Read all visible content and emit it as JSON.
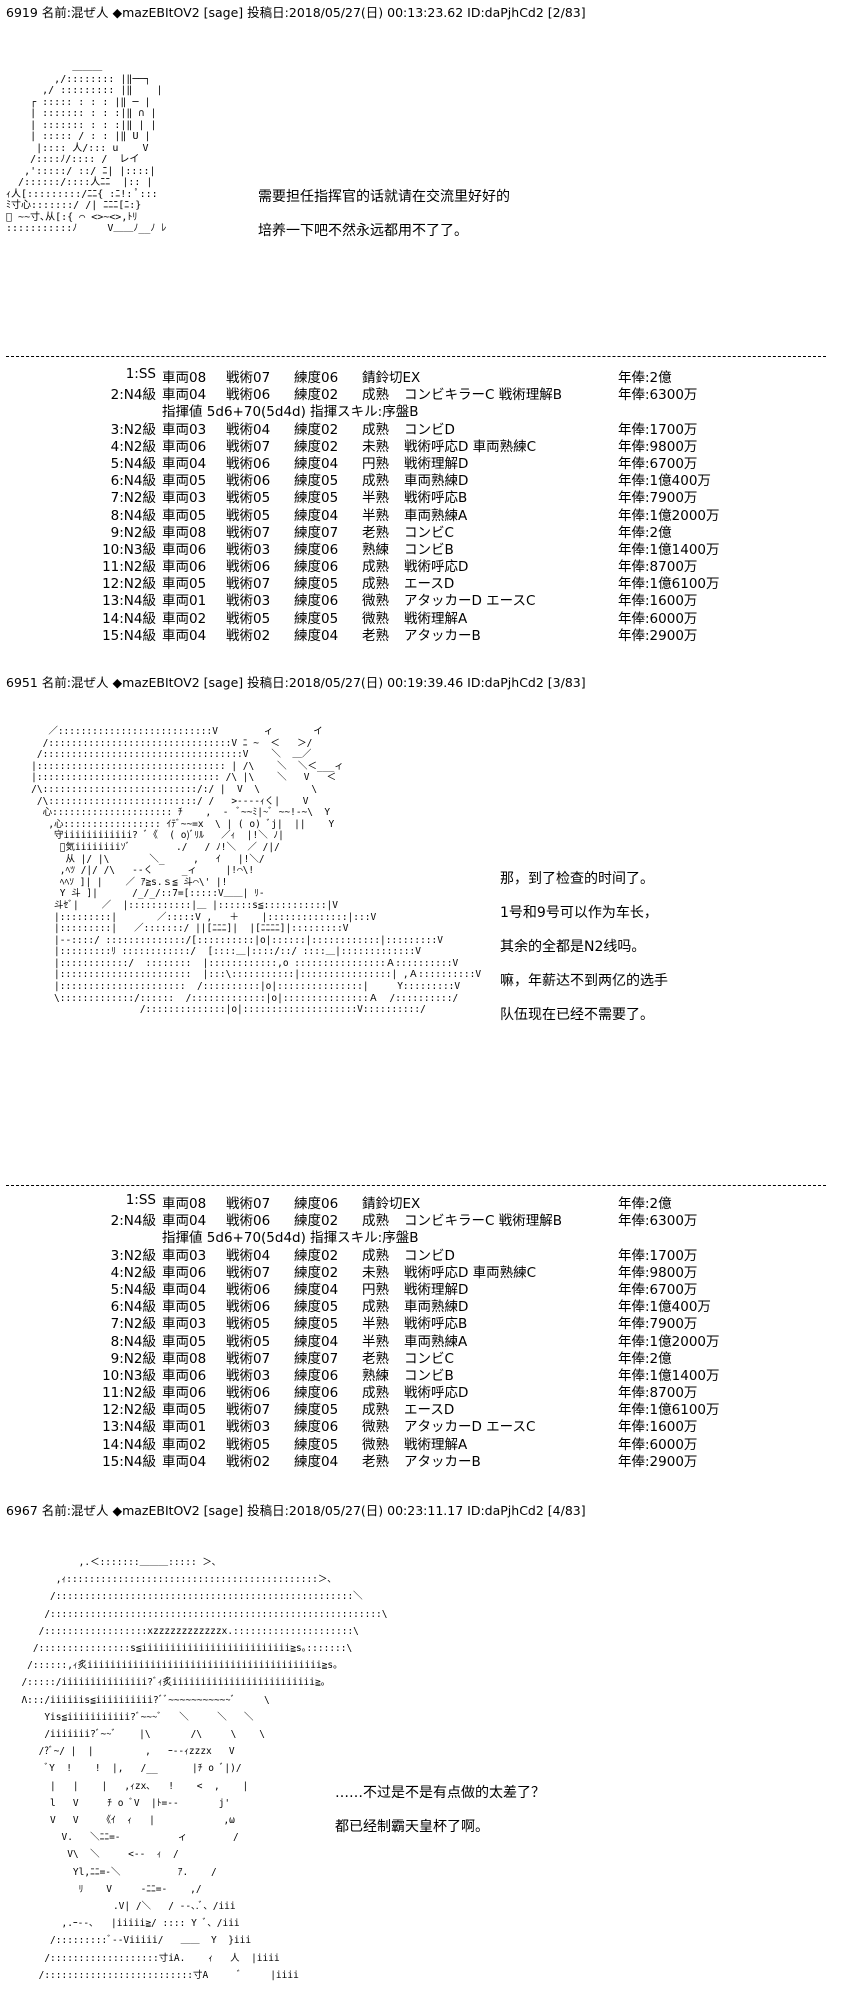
{
  "posts": [
    {
      "header": "6919 名前:混ぜ人 ◆mazEBItOV2 [sage] 投稿日:2018/05/27(日) 00:13:23.62 ID:daPjhCd2 [2/83]",
      "art": [
        "            ＿＿＿",
        "         ,/:::::::: |‖──┐",
        "       ,/ ::::::::: |‖    |",
        "     ┌ ::::: : : : |‖ ─ |",
        "     | ::::::: : : :|‖ ∩ |",
        "     | ::::::: : : :|‖ | |",
        "     | ::::: / : : |‖ U |",
        "      |:::: 人/::: u    V",
        "     /::::ﾉ/:::: /  レイ",
        "    ,':::::/ ::/ ﾆ| |::::|",
        "   /::::::/::::人ﾆﾆ  |:: |",
        " ｨ人[:::::::::/ﾆﾆ{ :ﾆ!: ﾟ:::",
        " ﾐ寸心:::::::/ /| ﾆﾆﾆ[ﾆ:}",
        " ﾞ ~~寸､从[:{ ⌒ <>~<>,ﾄﾘ",
        " :::::::::::ﾉ     V＿＿ﾉ__ﾉ ﾚ"
      ],
      "dialogue": [
        "需要担任指挥官的话就请在交流里好好的",
        "培养一下吧不然永远都用不了了。"
      ]
    },
    {
      "header": "6951 名前:混ぜ人 ◆mazEBItOV2 [sage] 投稿日:2018/05/27(日) 00:19:39.46 ID:daPjhCd2 [3/83]",
      "art": [
        "      ／:::::::::::::::::::::::::::V        ィ       イ",
        "     /::::::::::::::::::::::::::::::::V ﾆ ~  ＜   ＞/",
        "    /:::::::::::::::::::::::::::::::::::V    ＼  ＿／",
        "   |::::::::::::::::::::::::::::::::: | /\\    ＼  ＼＜___ィ",
        "   |:::::::::::::::::::::::::::::::: /\\ |\\    ＼   V   ＜",
        "   /\\:::::::::::::::::::::::::::/:/ |  V  \\         \\",
        "    /\\::::::::::::::::::::::::::/ /   >----ｨく|    V",
        "     心::::::::::::::::::::: ﾁ    ,  -  ﾞ~~ﾐ|~ﾞ ~~!-~\\  Y",
        "      ,心::::::::::::::::: ｲﾃﾞ~~=x  \\ | ( o) ﾞj|  ||    Y",
        "       守iiiiiiiiiiii? ﾞ《  ( o)ﾞﾘﾙ   ／ｨ  |!＼ ﾉ|",
        "        ﾞ気iiiiiiiiｿﾞ        ./   / ﾉ!＼  ／ /|/",
        "         从 |/ |\\       ＼_     ,   ｲ   |!＼/",
        "        ,ﾍﾂ /|/ /\\   --く     _ィ     |!⌒\\!",
        "        ﾍﾍｿ ]| |    ／ ｱ≧s.ｓ≦ 斗⌒\\' |!",
        "        Y 斗 ]|      /_/_/::7=[:::::V＿＿| ﾘ-",
        "       斗ｾﾞ|    ／  |:::::::::::|＿ |::::::s≦:::::::::::|V",
        "       |:::::::::|       ／:::::V ,   ＋    |::::::::::::::|:::V",
        "       |:::::::::|   ／:::::::/ ||[ﾆﾆﾆ]|  |[ﾆﾆﾆﾆ]|:::::::::V",
        "       |--::::/ ::::::::::::::/[::::::::::|o|::::::|::::::::::::|:::::::::V",
        "       |:::::::::ﾘ ::::::::::::/  [::::＿|::::/::/ ::::＿|:::::::::::::V",
        "       |::::::::::::/  ::::::::  |::::::::::::,o ::::::::::::::::Ａ::::::::::V",
        "       |:::::::::::::::::::::::  |:::\\:::::::::::|::::::::::::::::| ,Ａ::::::::::V",
        "       |::::::::::::::::::::::  /::::::::::|o|:::::::::::::::|     Y:::::::::V",
        "       \\:::::::::::::/::::::  /:::::::::::::|o|:::::::::::::::Ａ  /::::::::::/",
        "                      /::::::::::::::|o|::::::::::::::::::::V::::::::::/"
      ],
      "dialogue": [
        "那，到了检查的时间了。",
        "1号和9号可以作为车长，",
        "其余的全都是N2线吗。",
        "嘛，年薪达不到两亿的选手",
        "队伍现在已经不需要了。"
      ]
    },
    {
      "header": "6967 名前:混ぜ人 ◆mazEBItOV2 [sage] 投稿日:2018/05/27(日) 00:23:11.17 ID:daPjhCd2 [4/83]",
      "art": [
        "            ,.＜:::::::＿＿＿::::: ＞､",
        "        ,ｨ::::::::::::::::::::::::::::::::::::::::::::＞､",
        "       /::::::::::::::::::::::::::::::::::::::::::::::::::::＼",
        "      /::::::::::::::::::::::::::::::::::::::::::::::::::::::::::\\",
        "     /::::::::::::::::::xzzzzzzzzzzzzx.:::::::::::::::::::::\\",
        "    /::::::::::::::::s≦iiiiiiiiiiiiiiiiiiiiiiiiii≧s｡:::::::\\",
        "   /::::::,ｨ炙iiiiiiiiiiiiiiiiiiiiiiiiiiiiiiiiiiiiiiiii≧s｡",
        "  /:::::/iiiiiiiiiiiiiii?ﾞｨ炙iiiiiiiiiiiiiiiiiiiiiiiii≧｡",
        "  Λ:::/iiiiiis≦iiiiiiiiii?ﾞﾞ~~~~~~~~~~~ﾞ     \\",
        "      Yis≦iiiiiiiiiii?ﾞ~~~ﾞ   ＼     ＼   ＼",
        "      /iiiiiii?ﾞ~~ﾞ    |\\       /\\     \\    \\",
        "     /?ﾞ~/ |  |         ,   ｰ--ｨzzzx   V",
        "      ﾞY  !    !  |,   /__      |ﾁ o ﾞ|)/",
        "       |   |    |   ,ｨzx､   !    <  ,    |",
        "       l   V     ﾁ o ﾞV  |ﾄ=--       j'",
        "       V   V    《ｲ  ｨ   |            ,ω",
        "         V.   ＼ﾆﾆ=-          ィ        /",
        "          V\\  ＼     <--  ｨ  /",
        "           Yl,ﾆﾆ=-＼          ｱ.    /",
        "            ﾘ    V     -ﾆﾆ=-    ,/",
        "                  .V| /＼   / --､.ﾞ、/iii",
        "         ,.ｰ--､   |iiiii≧/ :::: Y ﾞ、/iii",
        "       /:::::::::ﾞ--Viiiii/   ＿＿  Y  }iii",
        "      /:::::::::::::::::::寸iA.    ｨ   人  |iiii",
        "     /::::::::::::::::::::::::::寸A     ﾞ     |iiii"
      ],
      "dialogue": [
        "……不过是不是有点做的太差了？",
        "都已经制霸天皇杯了啊。"
      ]
    }
  ],
  "roster": {
    "rows": [
      {
        "rank": "1:SS",
        "car": "車両08",
        "tac": "戦術07",
        "trn": "練度06",
        "lvl": "錆鈴切EX",
        "skill": "",
        "sal": "年俸:2億"
      },
      {
        "rank": "2:N4級",
        "car": "車両04",
        "tac": "戦術06",
        "trn": "練度02",
        "lvl": "成熟",
        "skill": "コンビキラーC  戦術理解B",
        "sal": "年俸:6300万"
      },
      {
        "cmd": "指揮値  5d6+70(5d4d)  指揮スキル:序盤B"
      },
      {
        "rank": "3:N2級",
        "car": "車両03",
        "tac": "戦術04",
        "trn": "練度02",
        "lvl": "成熟",
        "skill": "コンビD",
        "sal": "年俸:1700万"
      },
      {
        "rank": "4:N2級",
        "car": "車両06",
        "tac": "戦術07",
        "trn": "練度02",
        "lvl": "未熟",
        "skill": "戦術呼応D  車両熟練C",
        "sal": "年俸:9800万"
      },
      {
        "rank": "5:N4級",
        "car": "車両04",
        "tac": "戦術06",
        "trn": "練度04",
        "lvl": "円熟",
        "skill": "戦術理解D",
        "sal": "年俸:6700万"
      },
      {
        "rank": "6:N4級",
        "car": "車両05",
        "tac": "戦術06",
        "trn": "練度05",
        "lvl": "成熟",
        "skill": "車両熟練D",
        "sal": "年俸:1億400万"
      },
      {
        "rank": "7:N2級",
        "car": "車両03",
        "tac": "戦術05",
        "trn": "練度05",
        "lvl": "半熟",
        "skill": "戦術呼応B",
        "sal": "年俸:7900万"
      },
      {
        "rank": "8:N4級",
        "car": "車両05",
        "tac": "戦術05",
        "trn": "練度04",
        "lvl": "半熟",
        "skill": "車両熟練A",
        "sal": "年俸:1億2000万"
      },
      {
        "rank": "9:N2級",
        "car": "車両08",
        "tac": "戦術07",
        "trn": "練度07",
        "lvl": "老熟",
        "skill": "コンビC",
        "sal": "年俸:2億"
      },
      {
        "rank": "10:N3級",
        "car": "車両06",
        "tac": "戦術03",
        "trn": "練度06",
        "lvl": "熟練",
        "skill": "コンビB",
        "sal": "年俸:1億1400万"
      },
      {
        "rank": "11:N2級",
        "car": "車両06",
        "tac": "戦術06",
        "trn": "練度06",
        "lvl": "成熟",
        "skill": "戦術呼応D",
        "sal": "年俸:8700万"
      },
      {
        "rank": "12:N2級",
        "car": "車両05",
        "tac": "戦術07",
        "trn": "練度05",
        "lvl": "成熟",
        "skill": "エースD",
        "sal": "年俸:1億6100万"
      },
      {
        "rank": "13:N4級",
        "car": "車両01",
        "tac": "戦術03",
        "trn": "練度06",
        "lvl": "微熟",
        "skill": "アタッカーD  エースC",
        "sal": "年俸:1600万"
      },
      {
        "rank": "14:N4級",
        "car": "車両02",
        "tac": "戦術05",
        "trn": "練度05",
        "lvl": "微熟",
        "skill": "戦術理解A",
        "sal": "年俸:6000万"
      },
      {
        "rank": "15:N4級",
        "car": "車両04",
        "tac": "戦術02",
        "trn": "練度04",
        "lvl": "老熟",
        "skill": "アタッカーB",
        "sal": "年俸:2900万"
      }
    ]
  }
}
